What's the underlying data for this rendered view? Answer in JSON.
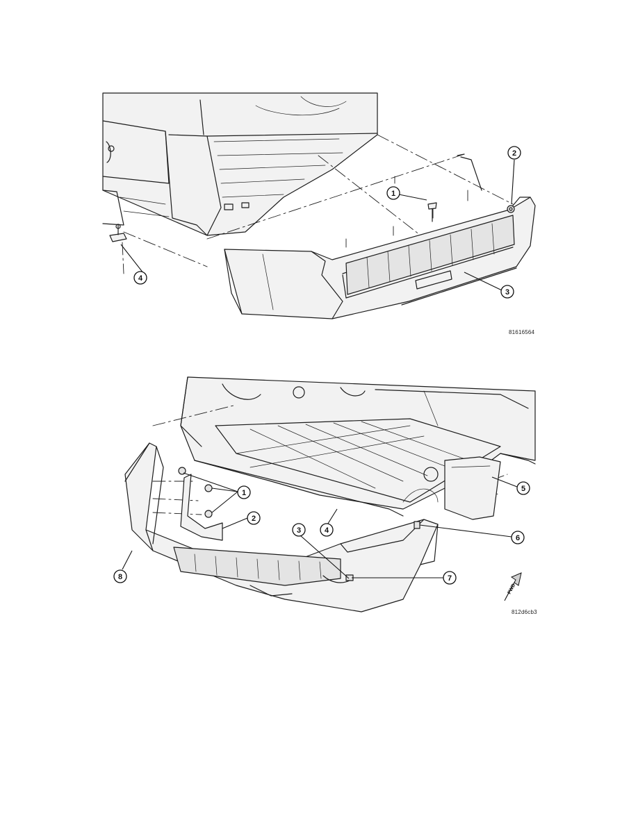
{
  "figures": [
    {
      "id": "rear-bumper-fascia-removal",
      "reference_code": "81616564",
      "callouts": [
        "1",
        "2",
        "3",
        "4"
      ]
    },
    {
      "id": "rear-bumper-underside-view",
      "reference_code": "812d6cb3",
      "callouts": [
        "1",
        "2",
        "3",
        "4",
        "5",
        "6",
        "7",
        "8"
      ],
      "direction_arrow_label": "FWD"
    }
  ]
}
